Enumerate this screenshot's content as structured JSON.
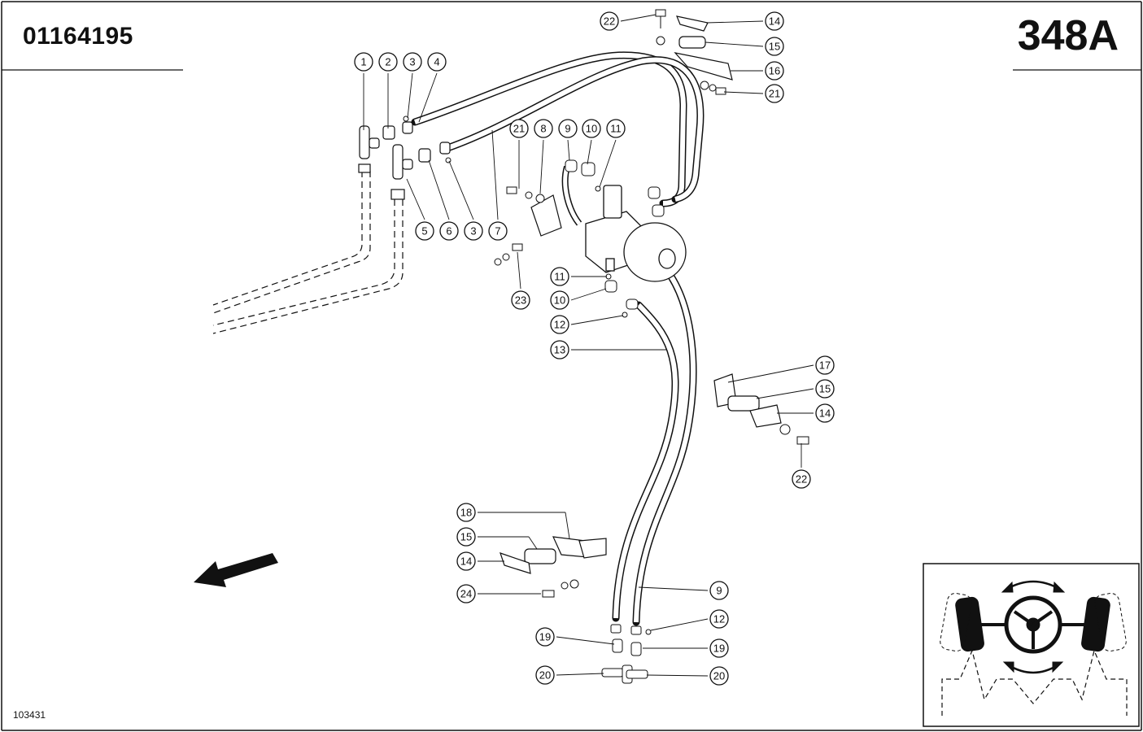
{
  "header": {
    "doc_number": "01164195",
    "page_code": "348A"
  },
  "footer": {
    "drawing_id": "103431"
  },
  "callouts": [
    {
      "id": "c1",
      "label": "1"
    },
    {
      "id": "c2",
      "label": "2"
    },
    {
      "id": "c3a",
      "label": "3"
    },
    {
      "id": "c4",
      "label": "4"
    },
    {
      "id": "c5",
      "label": "5"
    },
    {
      "id": "c6",
      "label": "6"
    },
    {
      "id": "c3b",
      "label": "3"
    },
    {
      "id": "c7",
      "label": "7"
    },
    {
      "id": "c21a",
      "label": "21"
    },
    {
      "id": "c8",
      "label": "8"
    },
    {
      "id": "c9a",
      "label": "9"
    },
    {
      "id": "c10a",
      "label": "10"
    },
    {
      "id": "c11a",
      "label": "11"
    },
    {
      "id": "c23",
      "label": "23"
    },
    {
      "id": "c22a",
      "label": "22"
    },
    {
      "id": "c14a",
      "label": "14"
    },
    {
      "id": "c15a",
      "label": "15"
    },
    {
      "id": "c16",
      "label": "16"
    },
    {
      "id": "c21b",
      "label": "21"
    },
    {
      "id": "c11b",
      "label": "11"
    },
    {
      "id": "c10b",
      "label": "10"
    },
    {
      "id": "c12a",
      "label": "12"
    },
    {
      "id": "c13",
      "label": "13"
    },
    {
      "id": "c17",
      "label": "17"
    },
    {
      "id": "c15b",
      "label": "15"
    },
    {
      "id": "c14b",
      "label": "14"
    },
    {
      "id": "c22b",
      "label": "22"
    },
    {
      "id": "c18",
      "label": "18"
    },
    {
      "id": "c15c",
      "label": "15"
    },
    {
      "id": "c14c",
      "label": "14"
    },
    {
      "id": "c24",
      "label": "24"
    },
    {
      "id": "c9b",
      "label": "9"
    },
    {
      "id": "c12b",
      "label": "12"
    },
    {
      "id": "c19a",
      "label": "19"
    },
    {
      "id": "c19b",
      "label": "19"
    },
    {
      "id": "c20a",
      "label": "20"
    },
    {
      "id": "c20b",
      "label": "20"
    }
  ]
}
